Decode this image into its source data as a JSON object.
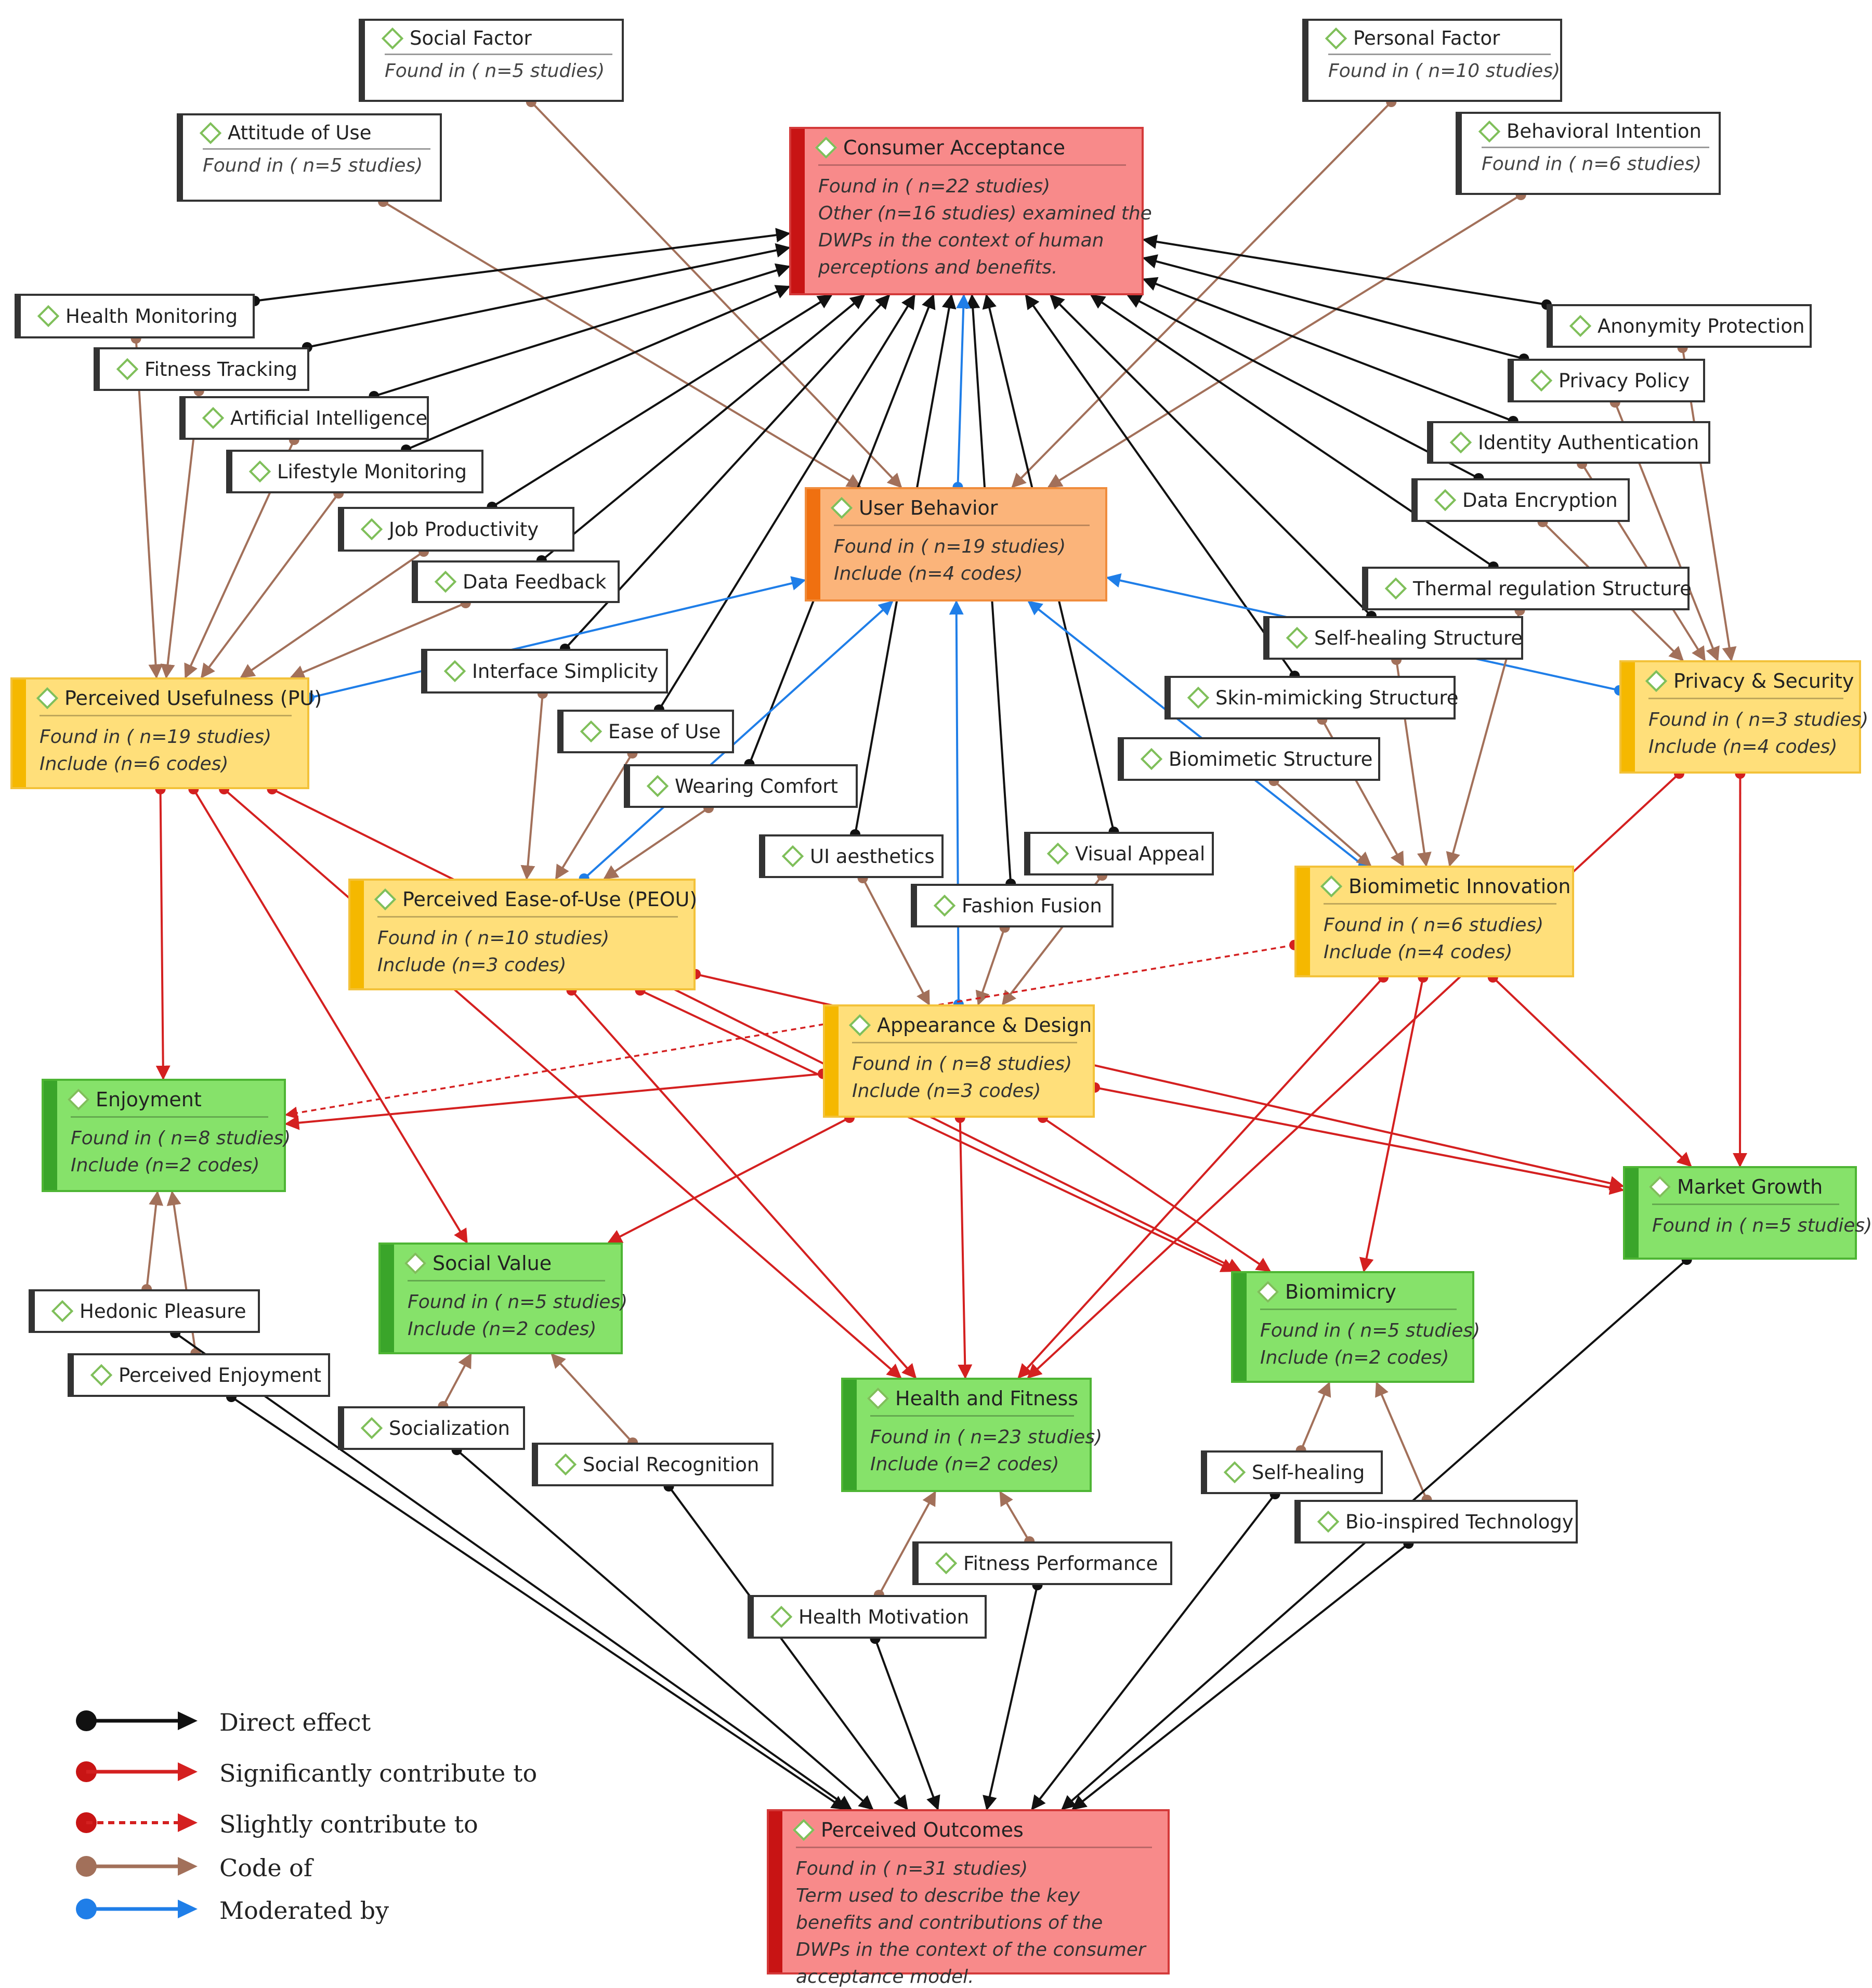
{
  "colors": {
    "direct": "#111111",
    "significant": "#d42020",
    "slight": "#d42020",
    "code_of": "#a2705a",
    "moderated": "#1f7ee8"
  },
  "nodes": {
    "social_factor": {
      "label": "Social Factor",
      "found": "Found in ( n=5 studies)"
    },
    "personal_factor": {
      "label": "Personal Factor",
      "found": "Found in ( n=10 studies)"
    },
    "attitude_of_use": {
      "label": "Attitude of Use",
      "found": "Found in ( n=5 studies)"
    },
    "behavioral_intention": {
      "label": "Behavioral Intention",
      "found": "Found in ( n=6 studies)"
    },
    "consumer_acceptance": {
      "label": "Consumer Acceptance",
      "desc": [
        "Found in ( n=22 studies)",
        "Other (n=16 studies) examined the",
        "DWPs in the context of human",
        "perceptions and benefits."
      ]
    },
    "health_monitoring": {
      "label": "Health Monitoring"
    },
    "fitness_tracking": {
      "label": "Fitness Tracking"
    },
    "artificial_intelligence": {
      "label": "Artificial Intelligence"
    },
    "lifestyle_monitoring": {
      "label": "Lifestyle Monitoring"
    },
    "job_productivity": {
      "label": "Job Productivity"
    },
    "data_feedback": {
      "label": "Data Feedback"
    },
    "anonymity_protection": {
      "label": "Anonymity Protection"
    },
    "privacy_policy": {
      "label": "Privacy Policy"
    },
    "identity_authentication": {
      "label": "Identity Authentication"
    },
    "data_encryption": {
      "label": "Data Encryption"
    },
    "thermal_regulation": {
      "label": "Thermal regulation Structure"
    },
    "user_behavior": {
      "label": "User Behavior",
      "desc": [
        "Found in ( n=19 studies)",
        "Include (n=4 codes)"
      ]
    },
    "self_healing_structure": {
      "label": "Self-healing Structure"
    },
    "skin_mimicking": {
      "label": "Skin-mimicking Structure"
    },
    "biomimetic_structure": {
      "label": "Biomimetic Structure"
    },
    "perceived_usefulness": {
      "label": "Perceived Usefulness (PU)",
      "desc": [
        "Found in ( n=19 studies)",
        "Include (n=6 codes)"
      ]
    },
    "interface_simplicity": {
      "label": "Interface Simplicity"
    },
    "ease_of_use": {
      "label": "Ease of Use"
    },
    "wearing_comfort": {
      "label": "Wearing Comfort"
    },
    "privacy_security": {
      "label": "Privacy & Security",
      "desc": [
        "Found in ( n=3 studies)",
        "Include (n=4 codes)"
      ]
    },
    "ui_aesthetics": {
      "label": "UI aesthetics"
    },
    "visual_appeal": {
      "label": "Visual Appeal"
    },
    "fashion_fusion": {
      "label": "Fashion Fusion"
    },
    "peou": {
      "label": "Perceived Ease-of-Use (PEOU)",
      "desc": [
        "Found in ( n=10 studies)",
        "Include (n=3 codes)"
      ]
    },
    "biomimetic_innovation": {
      "label": "Biomimetic Innovation",
      "desc": [
        "Found in ( n=6 studies)",
        "Include (n=4 codes)"
      ]
    },
    "appearance_design": {
      "label": "Appearance & Design",
      "desc": [
        "Found in ( n=8 studies)",
        "Include (n=3 codes)"
      ]
    },
    "enjoyment": {
      "label": "Enjoyment",
      "desc": [
        "Found in ( n=8 studies)",
        "Include (n=2 codes)"
      ]
    },
    "market_growth": {
      "label": "Market Growth",
      "desc": [
        "Found in ( n=5 studies)"
      ]
    },
    "social_value": {
      "label": "Social Value",
      "desc": [
        "Found in ( n=5 studies)",
        "Include (n=2 codes)"
      ]
    },
    "biomimicry": {
      "label": "Biomimicry",
      "desc": [
        "Found in ( n=5 studies)",
        "Include (n=2 codes)"
      ]
    },
    "hedonic_pleasure": {
      "label": "Hedonic Pleasure"
    },
    "perceived_enjoyment": {
      "label": "Perceived Enjoyment"
    },
    "health_fitness": {
      "label": "Health and Fitness",
      "desc": [
        "Found in ( n=23 studies)",
        "Include (n=2 codes)"
      ]
    },
    "socialization": {
      "label": "Socialization"
    },
    "social_recognition": {
      "label": "Social Recognition"
    },
    "self_healing": {
      "label": "Self-healing"
    },
    "bio_inspired": {
      "label": "Bio-inspired Technology"
    },
    "fitness_performance": {
      "label": "Fitness Performance"
    },
    "health_motivation": {
      "label": "Health Motivation"
    },
    "perceived_outcomes": {
      "label": "Perceived Outcomes",
      "desc": [
        "Found in ( n=31 studies)",
        "Term used to describe the key benefits and contributions of the DWPs in the context of the consumer acceptance model."
      ]
    }
  },
  "legend": [
    {
      "type": "direct",
      "label": "Direct effect"
    },
    {
      "type": "significant",
      "label": "Significantly contribute to"
    },
    {
      "type": "slight",
      "label": "Slightly contribute to"
    },
    {
      "type": "code_of",
      "label": "Code of"
    },
    {
      "type": "moderated",
      "label": "Moderated by"
    }
  ],
  "edges": [
    {
      "from": "social_factor",
      "to": "user_behavior",
      "type": "code_of"
    },
    {
      "from": "personal_factor",
      "to": "user_behavior",
      "type": "code_of"
    },
    {
      "from": "attitude_of_use",
      "to": "user_behavior",
      "type": "code_of"
    },
    {
      "from": "behavioral_intention",
      "to": "user_behavior",
      "type": "code_of"
    },
    {
      "from": "health_monitoring",
      "to": "consumer_acceptance",
      "type": "direct"
    },
    {
      "from": "fitness_tracking",
      "to": "consumer_acceptance",
      "type": "direct"
    },
    {
      "from": "artificial_intelligence",
      "to": "consumer_acceptance",
      "type": "direct"
    },
    {
      "from": "lifestyle_monitoring",
      "to": "consumer_acceptance",
      "type": "direct"
    },
    {
      "from": "job_productivity",
      "to": "consumer_acceptance",
      "type": "direct"
    },
    {
      "from": "data_feedback",
      "to": "consumer_acceptance",
      "type": "direct"
    },
    {
      "from": "interface_simplicity",
      "to": "consumer_acceptance",
      "type": "direct"
    },
    {
      "from": "ease_of_use",
      "to": "consumer_acceptance",
      "type": "direct"
    },
    {
      "from": "wearing_comfort",
      "to": "consumer_acceptance",
      "type": "direct"
    },
    {
      "from": "ui_aesthetics",
      "to": "consumer_acceptance",
      "type": "direct"
    },
    {
      "from": "fashion_fusion",
      "to": "consumer_acceptance",
      "type": "direct"
    },
    {
      "from": "visual_appeal",
      "to": "consumer_acceptance",
      "type": "direct"
    },
    {
      "from": "anonymity_protection",
      "to": "consumer_acceptance",
      "type": "direct"
    },
    {
      "from": "privacy_policy",
      "to": "consumer_acceptance",
      "type": "direct"
    },
    {
      "from": "identity_authentication",
      "to": "consumer_acceptance",
      "type": "direct"
    },
    {
      "from": "data_encryption",
      "to": "consumer_acceptance",
      "type": "direct"
    },
    {
      "from": "thermal_regulation",
      "to": "consumer_acceptance",
      "type": "direct"
    },
    {
      "from": "self_healing_structure",
      "to": "consumer_acceptance",
      "type": "direct"
    },
    {
      "from": "skin_mimicking",
      "to": "consumer_acceptance",
      "type": "direct"
    },
    {
      "from": "user_behavior",
      "to": "consumer_acceptance",
      "type": "moderated"
    },
    {
      "from": "perceived_usefulness",
      "to": "user_behavior",
      "type": "moderated"
    },
    {
      "from": "peou",
      "to": "user_behavior",
      "type": "moderated"
    },
    {
      "from": "appearance_design",
      "to": "user_behavior",
      "type": "moderated"
    },
    {
      "from": "privacy_security",
      "to": "user_behavior",
      "type": "moderated"
    },
    {
      "from": "biomimetic_innovation",
      "to": "user_behavior",
      "type": "moderated"
    },
    {
      "from": "health_monitoring",
      "to": "perceived_usefulness",
      "type": "code_of"
    },
    {
      "from": "fitness_tracking",
      "to": "perceived_usefulness",
      "type": "code_of"
    },
    {
      "from": "artificial_intelligence",
      "to": "perceived_usefulness",
      "type": "code_of"
    },
    {
      "from": "lifestyle_monitoring",
      "to": "perceived_usefulness",
      "type": "code_of"
    },
    {
      "from": "job_productivity",
      "to": "perceived_usefulness",
      "type": "code_of"
    },
    {
      "from": "data_feedback",
      "to": "perceived_usefulness",
      "type": "code_of"
    },
    {
      "from": "interface_simplicity",
      "to": "peou",
      "type": "code_of"
    },
    {
      "from": "ease_of_use",
      "to": "peou",
      "type": "code_of"
    },
    {
      "from": "wearing_comfort",
      "to": "peou",
      "type": "code_of"
    },
    {
      "from": "ui_aesthetics",
      "to": "appearance_design",
      "type": "code_of"
    },
    {
      "from": "fashion_fusion",
      "to": "appearance_design",
      "type": "code_of"
    },
    {
      "from": "visual_appeal",
      "to": "appearance_design",
      "type": "code_of"
    },
    {
      "from": "anonymity_protection",
      "to": "privacy_security",
      "type": "code_of"
    },
    {
      "from": "privacy_policy",
      "to": "privacy_security",
      "type": "code_of"
    },
    {
      "from": "identity_authentication",
      "to": "privacy_security",
      "type": "code_of"
    },
    {
      "from": "data_encryption",
      "to": "privacy_security",
      "type": "code_of"
    },
    {
      "from": "thermal_regulation",
      "to": "biomimetic_innovation",
      "type": "code_of"
    },
    {
      "from": "self_healing_structure",
      "to": "biomimetic_innovation",
      "type": "code_of"
    },
    {
      "from": "skin_mimicking",
      "to": "biomimetic_innovation",
      "type": "code_of"
    },
    {
      "from": "biomimetic_structure",
      "to": "biomimetic_innovation",
      "type": "code_of"
    },
    {
      "from": "perceived_usefulness",
      "to": "enjoyment",
      "type": "significant"
    },
    {
      "from": "perceived_usefulness",
      "to": "social_value",
      "type": "significant"
    },
    {
      "from": "perceived_usefulness",
      "to": "health_fitness",
      "type": "significant"
    },
    {
      "from": "perceived_usefulness",
      "to": "biomimicry",
      "type": "significant"
    },
    {
      "from": "peou",
      "to": "health_fitness",
      "type": "significant"
    },
    {
      "from": "peou",
      "to": "biomimicry",
      "type": "significant"
    },
    {
      "from": "peou",
      "to": "market_growth",
      "type": "significant"
    },
    {
      "from": "appearance_design",
      "to": "enjoyment",
      "type": "significant"
    },
    {
      "from": "appearance_design",
      "to": "social_value",
      "type": "significant"
    },
    {
      "from": "appearance_design",
      "to": "health_fitness",
      "type": "significant"
    },
    {
      "from": "appearance_design",
      "to": "biomimicry",
      "type": "significant"
    },
    {
      "from": "appearance_design",
      "to": "market_growth",
      "type": "significant"
    },
    {
      "from": "biomimetic_innovation",
      "to": "enjoyment",
      "type": "slight"
    },
    {
      "from": "biomimetic_innovation",
      "to": "health_fitness",
      "type": "significant"
    },
    {
      "from": "biomimetic_innovation",
      "to": "biomimicry",
      "type": "significant"
    },
    {
      "from": "biomimetic_innovation",
      "to": "market_growth",
      "type": "significant"
    },
    {
      "from": "privacy_security",
      "to": "market_growth",
      "type": "significant"
    },
    {
      "from": "privacy_security",
      "to": "health_fitness",
      "type": "significant"
    },
    {
      "from": "hedonic_pleasure",
      "to": "enjoyment",
      "type": "code_of"
    },
    {
      "from": "perceived_enjoyment",
      "to": "enjoyment",
      "type": "code_of"
    },
    {
      "from": "socialization",
      "to": "social_value",
      "type": "code_of"
    },
    {
      "from": "social_recognition",
      "to": "social_value",
      "type": "code_of"
    },
    {
      "from": "health_motivation",
      "to": "health_fitness",
      "type": "code_of"
    },
    {
      "from": "fitness_performance",
      "to": "health_fitness",
      "type": "code_of"
    },
    {
      "from": "self_healing",
      "to": "biomimicry",
      "type": "code_of"
    },
    {
      "from": "bio_inspired",
      "to": "biomimicry",
      "type": "code_of"
    },
    {
      "from": "hedonic_pleasure",
      "to": "perceived_outcomes",
      "type": "direct"
    },
    {
      "from": "perceived_enjoyment",
      "to": "perceived_outcomes",
      "type": "direct"
    },
    {
      "from": "socialization",
      "to": "perceived_outcomes",
      "type": "direct"
    },
    {
      "from": "social_recognition",
      "to": "perceived_outcomes",
      "type": "direct"
    },
    {
      "from": "health_motivation",
      "to": "perceived_outcomes",
      "type": "direct"
    },
    {
      "from": "fitness_performance",
      "to": "perceived_outcomes",
      "type": "direct"
    },
    {
      "from": "self_healing",
      "to": "perceived_outcomes",
      "type": "direct"
    },
    {
      "from": "bio_inspired",
      "to": "perceived_outcomes",
      "type": "direct"
    },
    {
      "from": "market_growth",
      "to": "perceived_outcomes",
      "type": "direct"
    }
  ]
}
